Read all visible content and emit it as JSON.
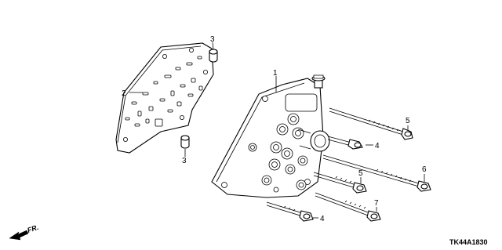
{
  "diagram": {
    "callouts": {
      "c1": "1",
      "c2": "2",
      "c3a": "3",
      "c3b": "3",
      "c4a": "4",
      "c4b": "4",
      "c5a": "5",
      "c5b": "5",
      "c6": "6",
      "c7": "7"
    },
    "direction_label": "FR.",
    "diagram_code": "TK44A1830"
  }
}
